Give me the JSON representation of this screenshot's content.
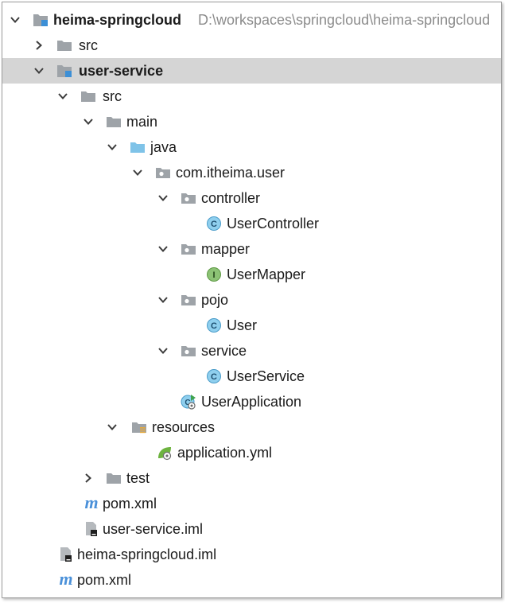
{
  "tree": {
    "root_name": "heima-springcloud",
    "root_path": "D:\\workspaces\\springcloud\\heima-springcloud",
    "items": [
      {
        "label": "heima-springcloud"
      },
      {
        "label": "src"
      },
      {
        "label": "user-service"
      },
      {
        "label": "src"
      },
      {
        "label": "main"
      },
      {
        "label": "java"
      },
      {
        "label": "com.itheima.user"
      },
      {
        "label": "controller"
      },
      {
        "label": "UserController"
      },
      {
        "label": "mapper"
      },
      {
        "label": "UserMapper"
      },
      {
        "label": "pojo"
      },
      {
        "label": "User"
      },
      {
        "label": "service"
      },
      {
        "label": "UserService"
      },
      {
        "label": "UserApplication"
      },
      {
        "label": "resources"
      },
      {
        "label": "application.yml"
      },
      {
        "label": "test"
      },
      {
        "label": "pom.xml"
      },
      {
        "label": "user-service.iml"
      },
      {
        "label": "heima-springcloud.iml"
      },
      {
        "label": "pom.xml"
      }
    ]
  },
  "icons": {
    "class_letter": "C",
    "interface_letter": "I",
    "maven_letter": "m"
  },
  "colors": {
    "selected_row": "#d5d5d5",
    "folder_gray": "#9ea3a8",
    "source_folder_blue": "#7fc3e8",
    "module_marker_blue": "#3c8fd6",
    "class_circle": "#8fcfee",
    "interface_circle": "#8cc275",
    "spring_green": "#6db33f",
    "maven_blue": "#4a90d9"
  }
}
